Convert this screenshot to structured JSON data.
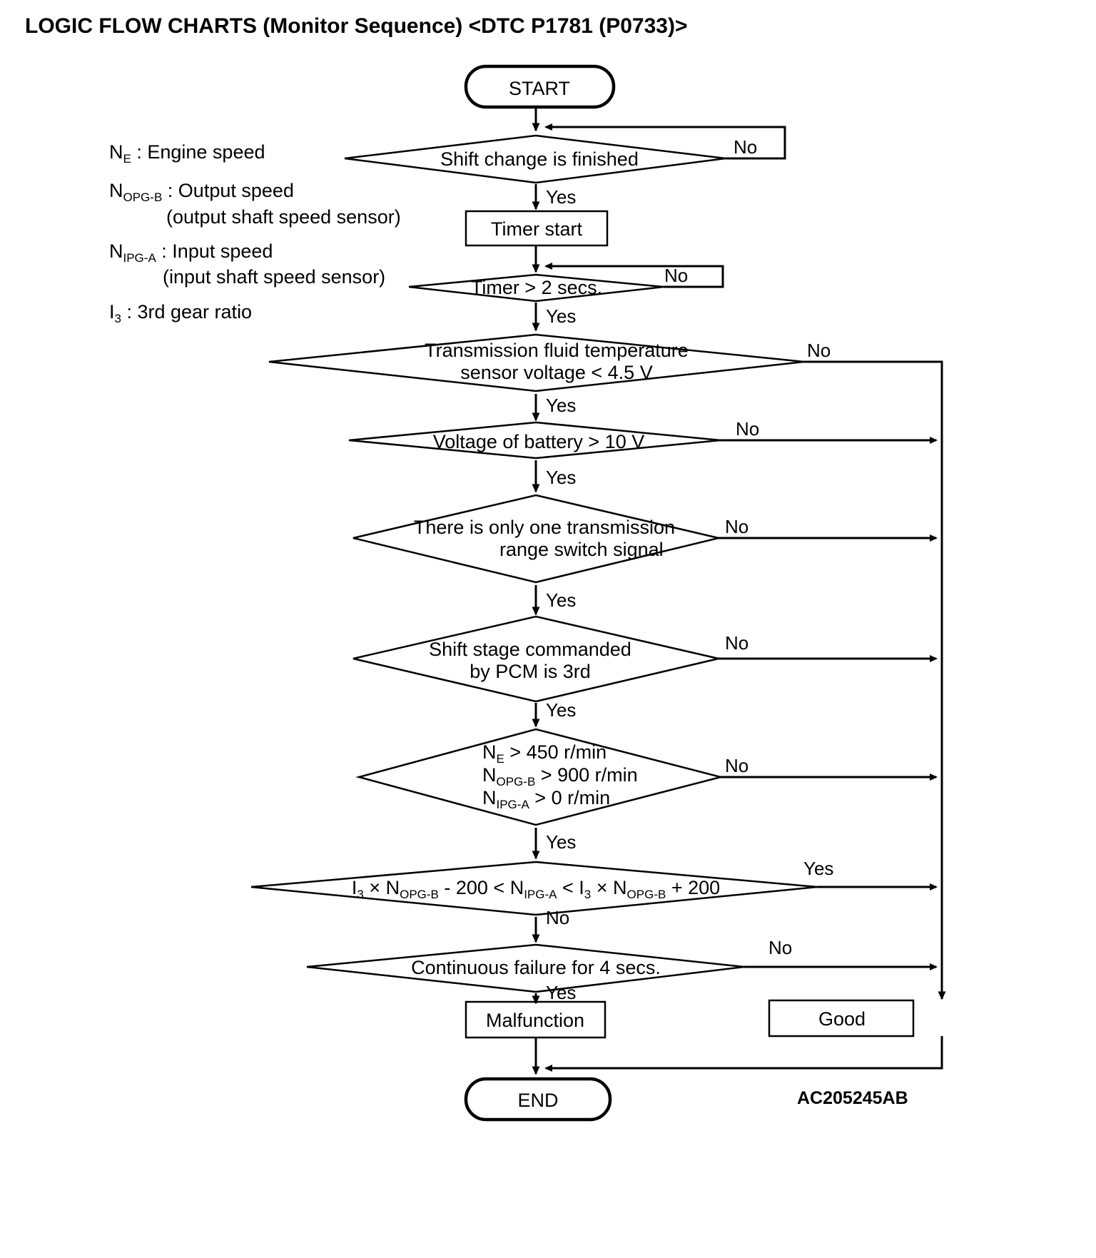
{
  "title": "LOGIC FLOW CHARTS (Monitor Sequence) <DTC P1781 (P0733)>",
  "figure_code": "AC205245AB",
  "legend": [
    {
      "symbol": "N",
      "symbol_sub": "E",
      "text": " : Engine speed",
      "cont": ""
    },
    {
      "symbol": "N",
      "symbol_sub": "OPG-B",
      "text": " : Output speed",
      "cont": "(output shaft speed sensor)"
    },
    {
      "symbol": "N",
      "symbol_sub": "IPG-A",
      "text": " : Input speed",
      "cont": "(input shaft speed sensor)"
    },
    {
      "symbol": "I",
      "symbol_sub": "3",
      "text": " : 3rd gear ratio",
      "cont": ""
    }
  ],
  "nodes": {
    "start": "START",
    "end": "END",
    "shift_change": "Shift change is finished",
    "timer_start": "Timer start",
    "timer_2s": "Timer > 2 secs.",
    "fluid_temp_l1": "Transmission fluid temperature",
    "fluid_temp_l2": "sensor voltage < 4.5 V",
    "battery": "Voltage of battery > 10 V",
    "range_switch_l1": "There is only one transmission",
    "range_switch_l2": "range switch signal",
    "shift_stage_l1": "Shift stage commanded",
    "shift_stage_l2": "by PCM is 3rd",
    "speeds_l1_a": "N",
    "speeds_l1_sub": "E",
    "speeds_l1_b": " > 450 r/min",
    "speeds_l2_a": "N",
    "speeds_l2_sub": "OPG-B",
    "speeds_l2_b": " > 900 r/min",
    "speeds_l3_a": "N",
    "speeds_l3_sub": "IPG-A",
    "speeds_l3_b": " > 0 r/min",
    "ratio_p1": "I",
    "ratio_s1": "3",
    "ratio_p2": " × N",
    "ratio_s2": "OPG-B",
    "ratio_p3": " - 200 < N",
    "ratio_s3": "IPG-A",
    "ratio_p4": " < I",
    "ratio_s4": "3",
    "ratio_p5": " × N",
    "ratio_s5": "OPG-B",
    "ratio_p6": " + 200",
    "continuous_failure": "Continuous failure for 4 secs.",
    "malfunction": "Malfunction",
    "good": "Good"
  },
  "edge_labels": {
    "no": "No",
    "yes": "Yes",
    "shift_change_no": "No",
    "shift_change_yes": "Yes",
    "timer_no": "No",
    "timer_yes": "Yes",
    "temp_no": "No",
    "temp_yes": "Yes",
    "battery_no": "No",
    "battery_yes": "Yes",
    "range_no": "No",
    "range_yes": "Yes",
    "stage_no": "No",
    "stage_yes": "Yes",
    "speeds_no": "No",
    "speeds_yes": "Yes",
    "ratio_yes": "Yes",
    "ratio_no": "No",
    "failure_no": "No",
    "failure_yes": "Yes"
  }
}
